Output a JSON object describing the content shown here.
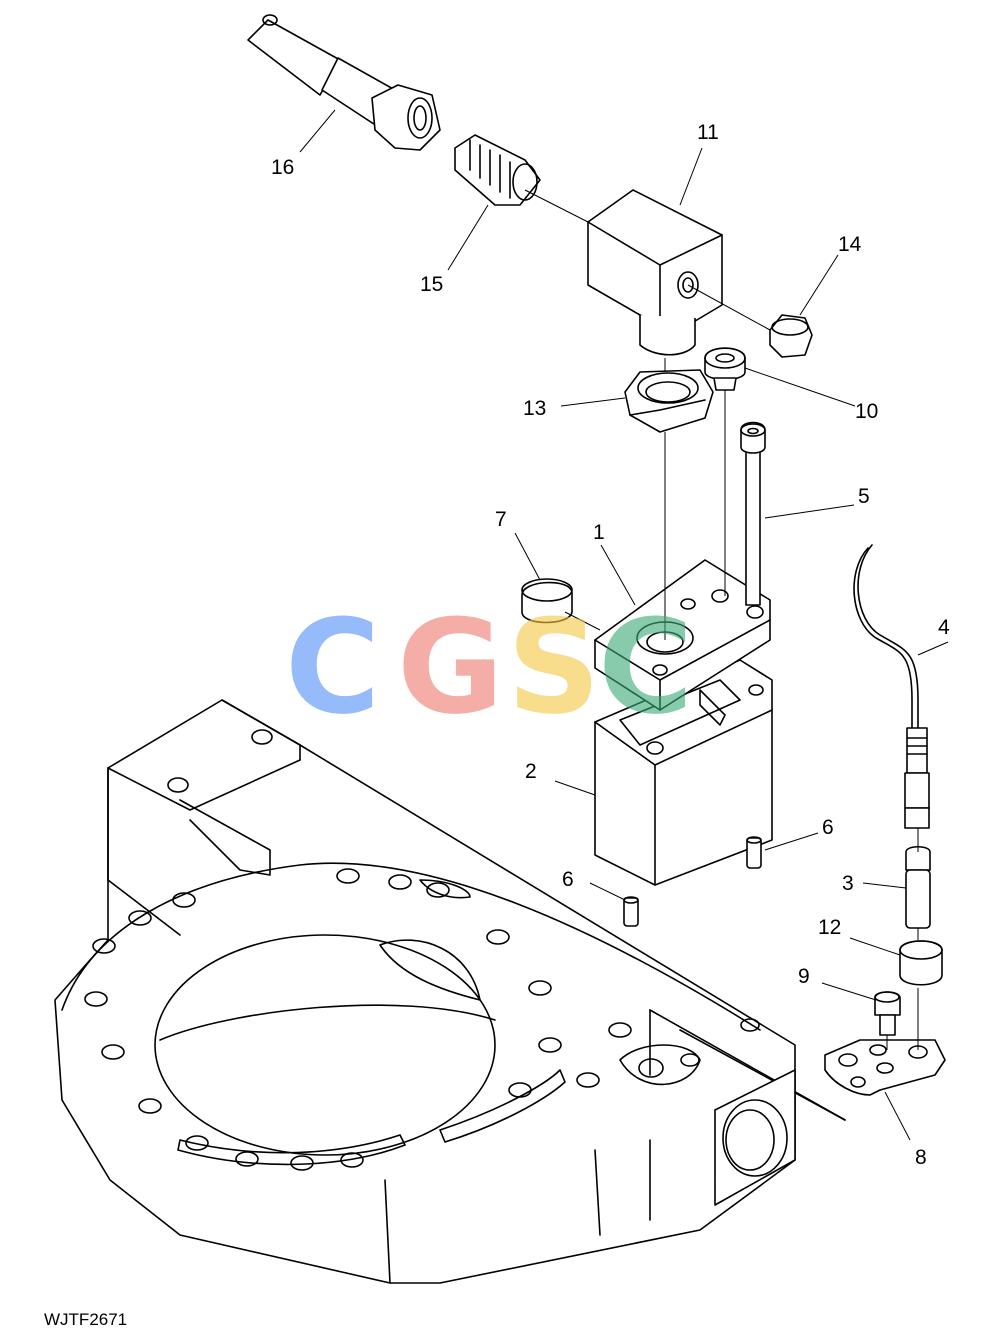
{
  "diagram": {
    "callouts": [
      "1",
      "2",
      "3",
      "4",
      "5",
      "6",
      "6",
      "7",
      "8",
      "9",
      "10",
      "11",
      "12",
      "13",
      "14",
      "15",
      "16"
    ],
    "figure_code": "WJTF2671"
  },
  "watermark": {
    "letters": [
      "C",
      "G",
      "S",
      "C"
    ],
    "colors": [
      "#4f8ef7",
      "#f07a6e",
      "#f5c842",
      "#3aa876"
    ]
  }
}
